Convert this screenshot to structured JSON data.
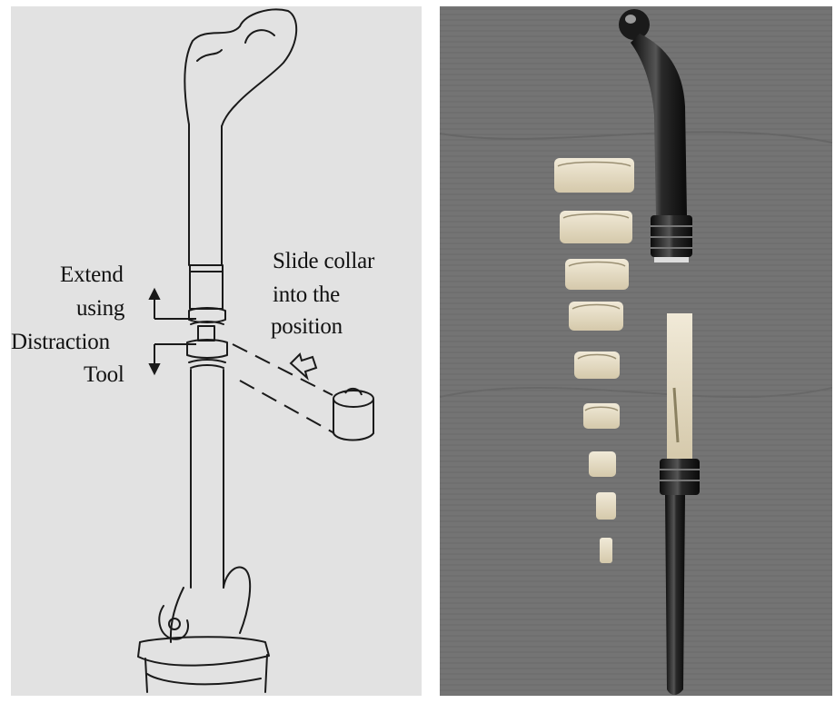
{
  "left_panel": {
    "labels": {
      "extend": "Extend",
      "using": "using",
      "distraction": "Distraction",
      "tool": "Tool",
      "slide_collar": "Slide collar",
      "into_the": "into the",
      "position": "position"
    }
  },
  "right_panel": {
    "collar_count": 9
  },
  "colors": {
    "drawing_background": "#e2e2e2",
    "photo_background": "#6f6f6f",
    "line_art": "#1a1a1a",
    "collar_cream": "#e6dcc3",
    "implant_metal": "#1e1e1e"
  }
}
